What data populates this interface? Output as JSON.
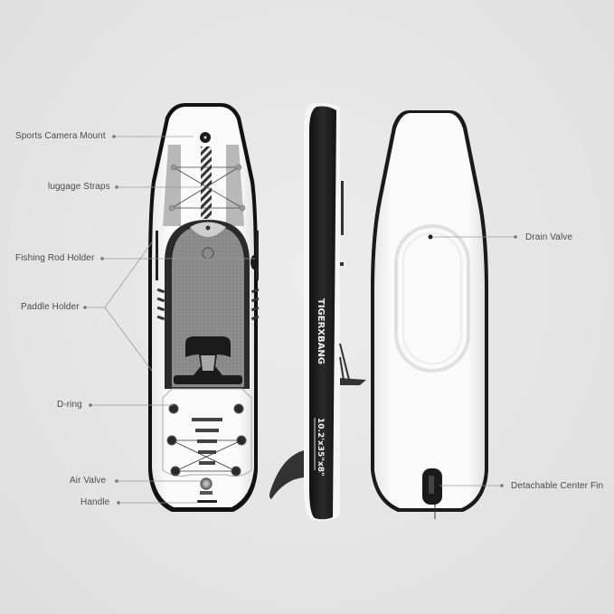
{
  "image": {
    "description": "Inflatable fishing paddle board - top, side and bottom views with feature callouts",
    "background_color": "#e6e6e6"
  },
  "brand": {
    "logo_text": "TIGERXBANG",
    "size_text": "10.2'x35\"x8\""
  },
  "callouts_left": [
    {
      "label": "Sports Camera Mount"
    },
    {
      "label": "luggage Straps"
    },
    {
      "label": "Fishing Rod Holder"
    },
    {
      "label": "Paddle Holder"
    },
    {
      "label": "D-ring"
    },
    {
      "label": "Air Valve"
    },
    {
      "label": "Handle"
    }
  ],
  "callouts_right": [
    {
      "label": "Drain Valve"
    },
    {
      "label": "Detachable Center Fin"
    }
  ],
  "colors": {
    "board_white": "#f7f7f7",
    "board_black": "#1e1e1e",
    "deck_pad_gray": "#8a8a8a",
    "leader_line": "#9a9a9a",
    "label_text": "#4a4a4a"
  }
}
